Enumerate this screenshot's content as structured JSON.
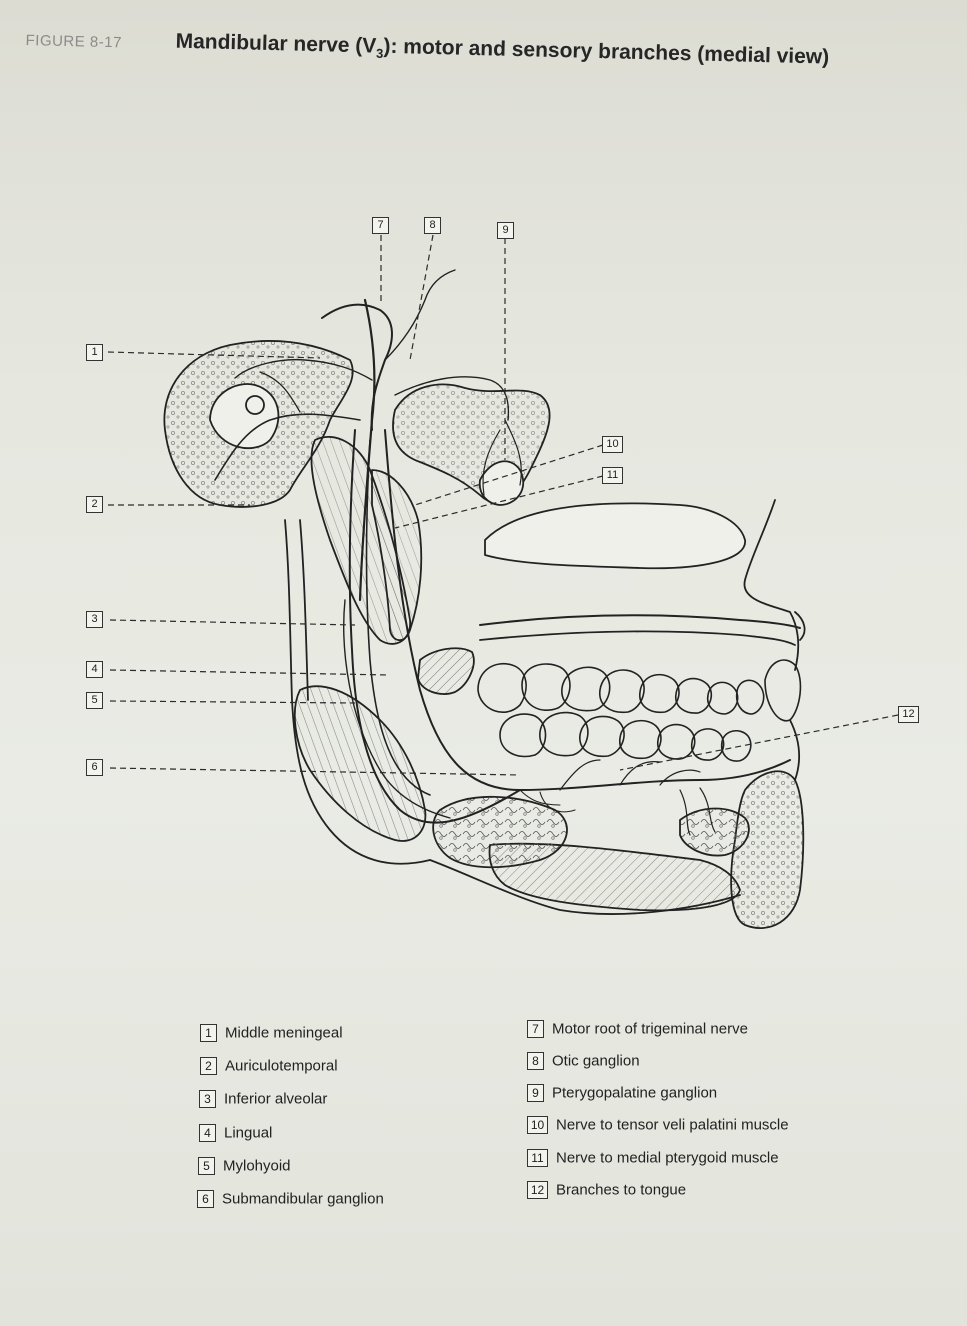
{
  "figure": {
    "number": "FIGURE 8-17",
    "title_main": "Mandibular nerve (V",
    "title_sub": "3",
    "title_rest": "): motor and sensory branches (medial view)"
  },
  "labels": {
    "l1": "1",
    "l2": "2",
    "l3": "3",
    "l4": "4",
    "l5": "5",
    "l6": "6",
    "l7": "7",
    "l8": "8",
    "l9": "9",
    "l10": "10",
    "l11": "11",
    "l12": "12"
  },
  "legend": {
    "left": [
      {
        "num": "1",
        "text": "Middle meningeal"
      },
      {
        "num": "2",
        "text": "Auriculotemporal"
      },
      {
        "num": "3",
        "text": "Inferior alveolar"
      },
      {
        "num": "4",
        "text": "Lingual"
      },
      {
        "num": "5",
        "text": "Mylohyoid"
      },
      {
        "num": "6",
        "text": "Submandibular ganglion"
      }
    ],
    "right": [
      {
        "num": "7",
        "text": "Motor root of trigeminal nerve"
      },
      {
        "num": "8",
        "text": "Otic ganglion"
      },
      {
        "num": "9",
        "text": "Pterygopalatine ganglion"
      },
      {
        "num": "10",
        "text": "Nerve to tensor veli palatini muscle"
      },
      {
        "num": "11",
        "text": "Nerve to medial pterygoid muscle"
      },
      {
        "num": "12",
        "text": "Branches to tongue"
      }
    ]
  }
}
